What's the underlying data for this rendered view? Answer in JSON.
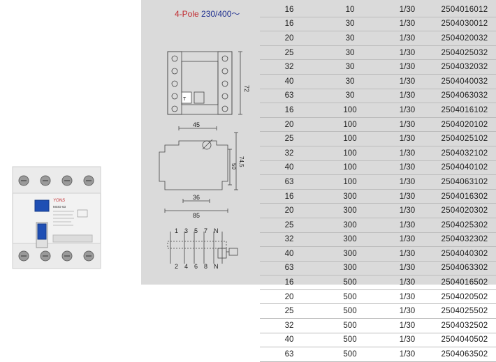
{
  "heading": {
    "poles": "4-Pole",
    "voltage": "230/400～"
  },
  "drawings": {
    "front_height": "72",
    "side_width_top": "45",
    "side_height_inner": "50",
    "side_height_outer": "74,5",
    "side_width_mid": "36",
    "side_width_bottom": "85",
    "terminals_top": [
      "1",
      "3",
      "5",
      "7",
      "N"
    ],
    "terminals_bottom": [
      "2",
      "4",
      "6",
      "8",
      "N"
    ],
    "test_button_letter": "T"
  },
  "product": {
    "brand": "YONS",
    "model": "MSIG-63"
  },
  "rows": [
    [
      "16",
      "10",
      "1/30",
      "2504016012"
    ],
    [
      "16",
      "30",
      "1/30",
      "2504030012"
    ],
    [
      "20",
      "30",
      "1/30",
      "2504020032"
    ],
    [
      "25",
      "30",
      "1/30",
      "2504025032"
    ],
    [
      "32",
      "30",
      "1/30",
      "2504032032"
    ],
    [
      "40",
      "30",
      "1/30",
      "2504040032"
    ],
    [
      "63",
      "30",
      "1/30",
      "2504063032"
    ],
    [
      "16",
      "100",
      "1/30",
      "2504016102"
    ],
    [
      "20",
      "100",
      "1/30",
      "2504020102"
    ],
    [
      "25",
      "100",
      "1/30",
      "2504025102"
    ],
    [
      "32",
      "100",
      "1/30",
      "2504032102"
    ],
    [
      "40",
      "100",
      "1/30",
      "2504040102"
    ],
    [
      "63",
      "100",
      "1/30",
      "2504063102"
    ],
    [
      "16",
      "300",
      "1/30",
      "2504016302"
    ],
    [
      "20",
      "300",
      "1/30",
      "2504020302"
    ],
    [
      "25",
      "300",
      "1/30",
      "2504025302"
    ],
    [
      "32",
      "300",
      "1/30",
      "2504032302"
    ],
    [
      "40",
      "300",
      "1/30",
      "2504040302"
    ],
    [
      "63",
      "300",
      "1/30",
      "2504063302"
    ],
    [
      "16",
      "500",
      "1/30",
      "2504016502"
    ],
    [
      "20",
      "500",
      "1/30",
      "2504020502"
    ],
    [
      "25",
      "500",
      "1/30",
      "2504025502"
    ],
    [
      "32",
      "500",
      "1/30",
      "2504032502"
    ],
    [
      "40",
      "500",
      "1/30",
      "2504040502"
    ],
    [
      "63",
      "500",
      "1/30",
      "2504063502"
    ]
  ]
}
